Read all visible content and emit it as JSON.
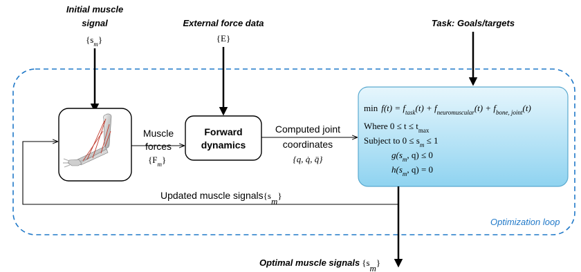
{
  "initial_signal": {
    "title_line1": "Initial muscle",
    "title_line2": "signal",
    "symbol": "{s",
    "symbol_sub": "m",
    "symbol_close": "}"
  },
  "external_force": {
    "title": "External force data",
    "symbol": "{E}"
  },
  "task": {
    "title": "Task: Goals/targets"
  },
  "muscle_forces": {
    "line1": "Muscle",
    "line2": "forces",
    "symbol": "{F",
    "symbol_sub": "m",
    "symbol_close": "}"
  },
  "forward_dynamics": {
    "line1": "Forward",
    "line2": "dynamics"
  },
  "computed_coords": {
    "line1": "Computed  joint",
    "line2": "coordinates",
    "symbol": "{q, q̇, q̈}"
  },
  "optimization": {
    "min_prefix": "min",
    "f_of_t": "f(t) = f",
    "task_sub": "task",
    "plus1": "(t) + f",
    "neuro_sub": "neuromuscular",
    "plus2": "(t) + f",
    "bone_sub": "bone, joint",
    "tail": "(t)",
    "where": "Where 0 ≤ t ≤ t",
    "where_sub": "max",
    "subject": "Subject to 0 ≤ s",
    "subject_sub": "m",
    "subject_tail": " ≤ 1",
    "g": "g(s",
    "g_sub": "m",
    "g_tail": ", q) ≤ 0",
    "h": "h(s",
    "h_sub": "m",
    "h_tail": ", q) = 0"
  },
  "updated_signals": {
    "text": "Updated muscle signals",
    "symbol": "{s",
    "symbol_sub": "m",
    "symbol_close": "}"
  },
  "loop_label": "Optimization loop",
  "optimal_signals": {
    "text": "Optimal muscle signals",
    "symbol": "{s",
    "symbol_sub": "m",
    "symbol_close": "}"
  },
  "colors": {
    "loop_border": "#1f78c8",
    "opt_box_top": "#e6f6fd",
    "opt_box_bottom": "#8fd3f0",
    "muscle_line": "#c0392b"
  }
}
